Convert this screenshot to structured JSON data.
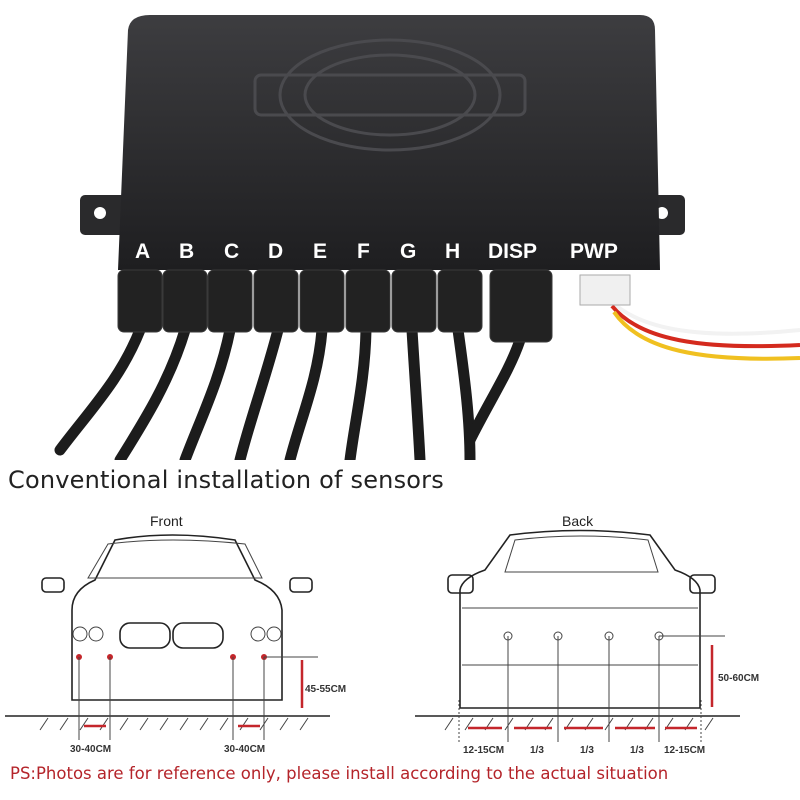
{
  "product": {
    "ports": [
      "A",
      "B",
      "C",
      "D",
      "E",
      "F",
      "G",
      "H",
      "DISP",
      "PWP"
    ]
  },
  "heading": "Conventional installation  of sensors",
  "diagrams": {
    "front": {
      "label": "Front",
      "height_label": "45-55CM",
      "spacing_labels": [
        "30-40CM",
        "30-40CM"
      ]
    },
    "back": {
      "label": "Back",
      "height_label": "50-60CM",
      "spacing_labels": [
        "12-15CM",
        "1/3",
        "1/3",
        "1/3",
        "12-15CM"
      ]
    }
  },
  "note": "PS:Photos are for reference only, please install according to the actual situation",
  "colors": {
    "accent_red": "#c4262b",
    "box": "#2b2b2d"
  }
}
